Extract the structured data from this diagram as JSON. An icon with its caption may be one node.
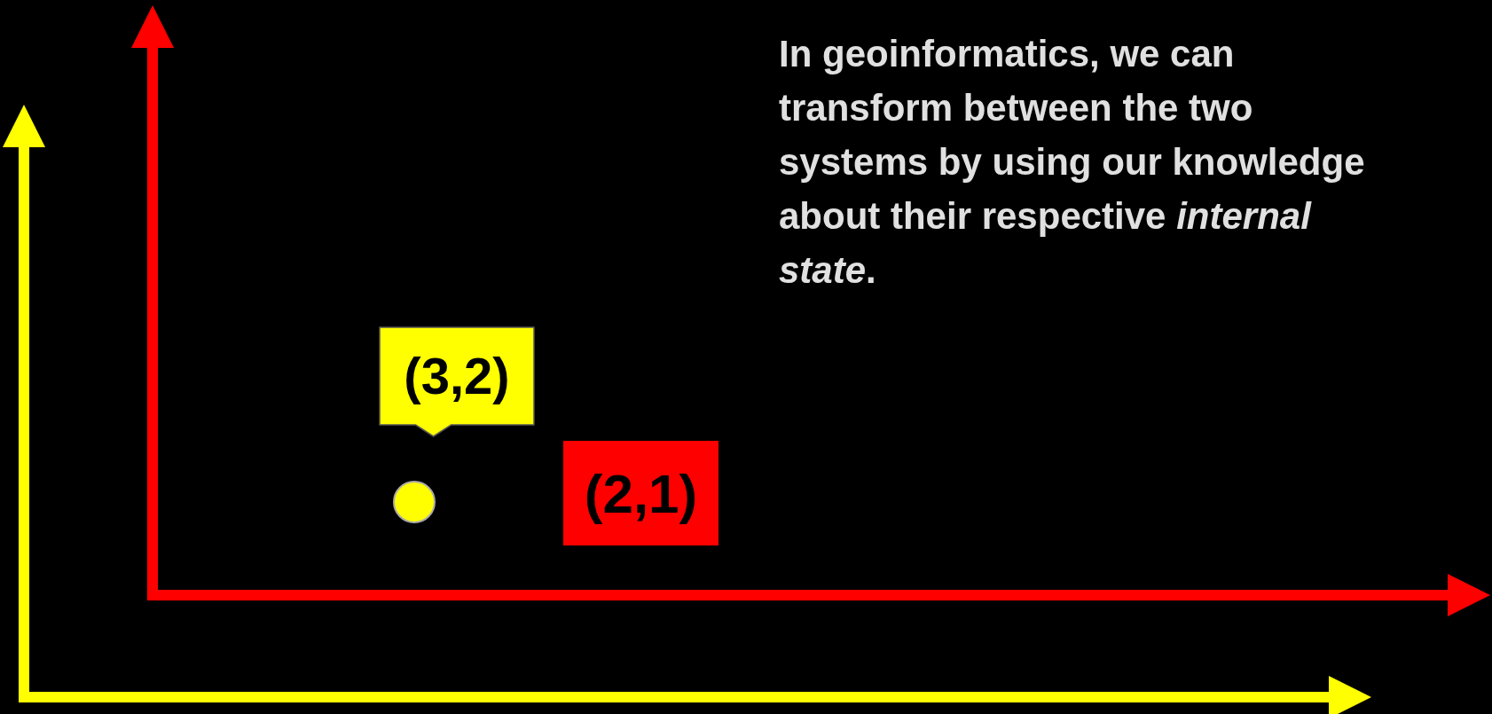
{
  "diagram": {
    "nodes": [
      {
        "text": [
          "(3,2)"
        ]
      },
      {
        "text": [],
        "shape": "circle"
      },
      {
        "text": [
          "(2,1)"
        ]
      }
    ],
    "labels": [
      "In geoinformatics, we can transform between the **two** **systems** by using our knowledge about their respective *internal state*."
    ]
  }
}
